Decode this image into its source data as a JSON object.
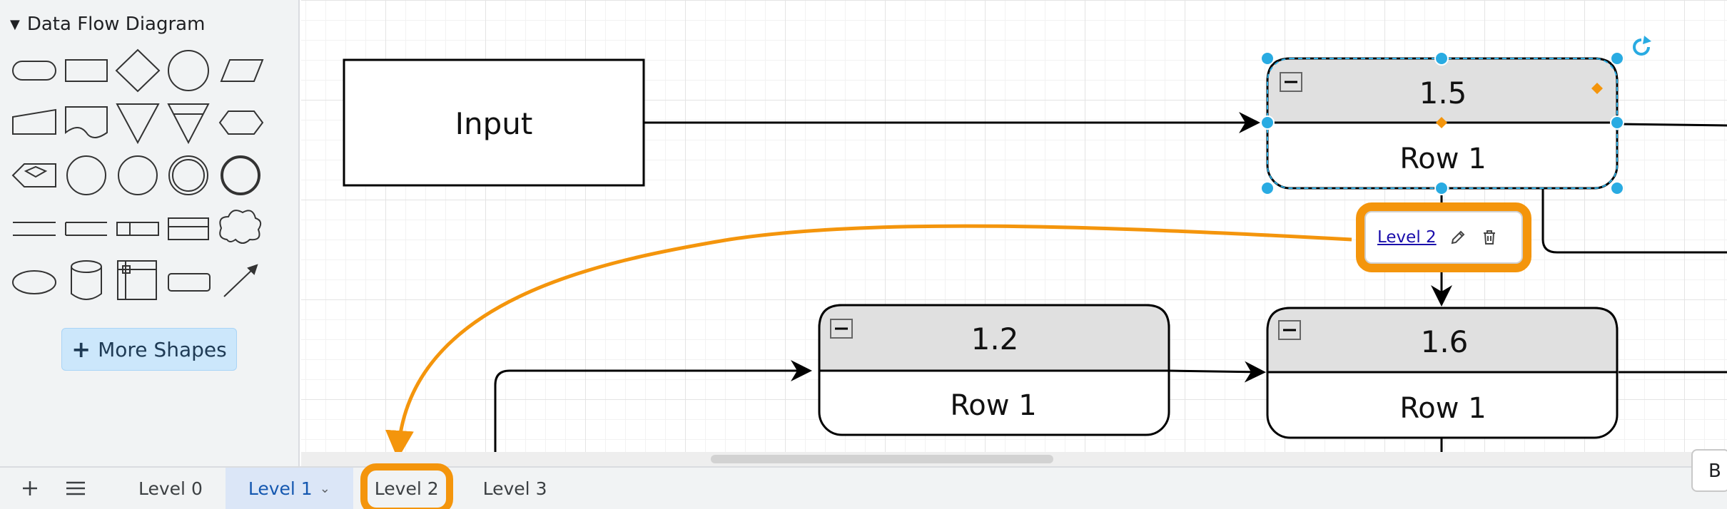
{
  "sidebar": {
    "section_title": "Data Flow Diagram",
    "more_shapes_label": "More Shapes"
  },
  "diagram": {
    "input_label": "Input",
    "node_15": {
      "title": "1.5",
      "row": "Row 1"
    },
    "node_12": {
      "title": "1.2",
      "row": "Row 1"
    },
    "node_16": {
      "title": "1.6",
      "row": "Row 1"
    },
    "link_label": "Level 2"
  },
  "tabs": [
    {
      "label": "Level 0"
    },
    {
      "label": "Level 1"
    },
    {
      "label": "Level 2"
    },
    {
      "label": "Level 3"
    }
  ],
  "corner_button_label": "B",
  "colors": {
    "accent_orange": "#f4950c",
    "selection_blue": "#29abe2",
    "header_gray": "#e0e0e0",
    "active_tab": "#dbe6f7"
  },
  "icons": {
    "add_page": "plus-icon",
    "pages_menu": "hamburger-icon",
    "edit_link": "pencil-icon",
    "remove_link": "trash-icon",
    "rotate": "rotate-icon",
    "collapse": "minus-icon"
  }
}
